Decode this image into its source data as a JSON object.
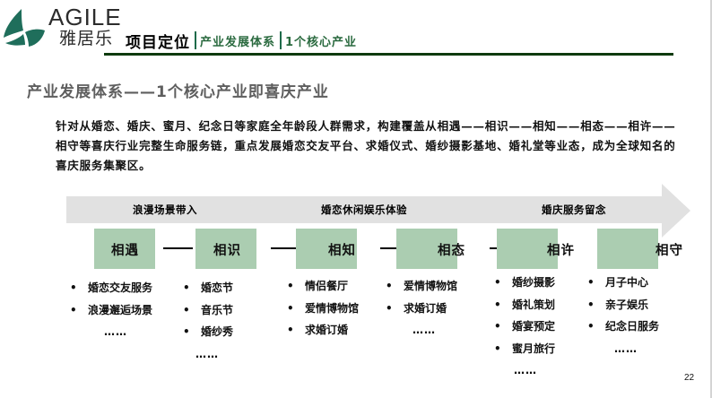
{
  "logo": {
    "en": "AGILE",
    "cn": "雅居乐",
    "color": "#1f6e5b"
  },
  "header": {
    "title": "项目定位",
    "crumbs": [
      "产业发展体系",
      "1个核心产业"
    ],
    "accent_color": "#2a6a3f",
    "rule_color": "#0e3a0e"
  },
  "section_title": "产业发展体系——1个核心产业即喜庆产业",
  "paragraph": {
    "lines": [
      "针对从婚恋、婚庆、蜜月、纪念日等家庭全年龄段人群需求，构建覆盖从相遇——相识——相知——相态——相许——",
      "相守等喜庆行业完整生命服务链，重点发展婚恋交友平台、求婚仪式、婚纱摄影基地、婚礼堂等业态，成为全球知名的",
      "喜庆服务集聚区。"
    ]
  },
  "arrow": {
    "color": "#e1e1e1",
    "phases": [
      "浪漫场景带入",
      "婚恋休闲娱乐体验",
      "婚庆服务留念"
    ]
  },
  "stages": [
    {
      "label": "相遇",
      "items": [
        "婚恋交友服务",
        "浪漫邂逅场景"
      ],
      "more": "……"
    },
    {
      "label": "相识",
      "items": [
        "婚恋节",
        "音乐节",
        "婚纱秀"
      ],
      "more": "……"
    },
    {
      "label": "相知",
      "items": [
        "情侣餐厅",
        "爱情博物馆",
        "求婚订婚"
      ],
      "more": ""
    },
    {
      "label": "相态",
      "items": [
        "爱情博物馆",
        "求婚订婚"
      ],
      "more": "……"
    },
    {
      "label": "相许",
      "items": [
        "婚纱摄影",
        "婚礼策划",
        "婚宴预定",
        "蜜月旅行"
      ],
      "more": "……"
    },
    {
      "label": "相守",
      "items": [
        "月子中心",
        "亲子娱乐",
        "纪念日服务"
      ],
      "more": "……"
    }
  ],
  "stage_box_color": "#abcdb1",
  "bullet_glyph": "•",
  "page_number": "22"
}
